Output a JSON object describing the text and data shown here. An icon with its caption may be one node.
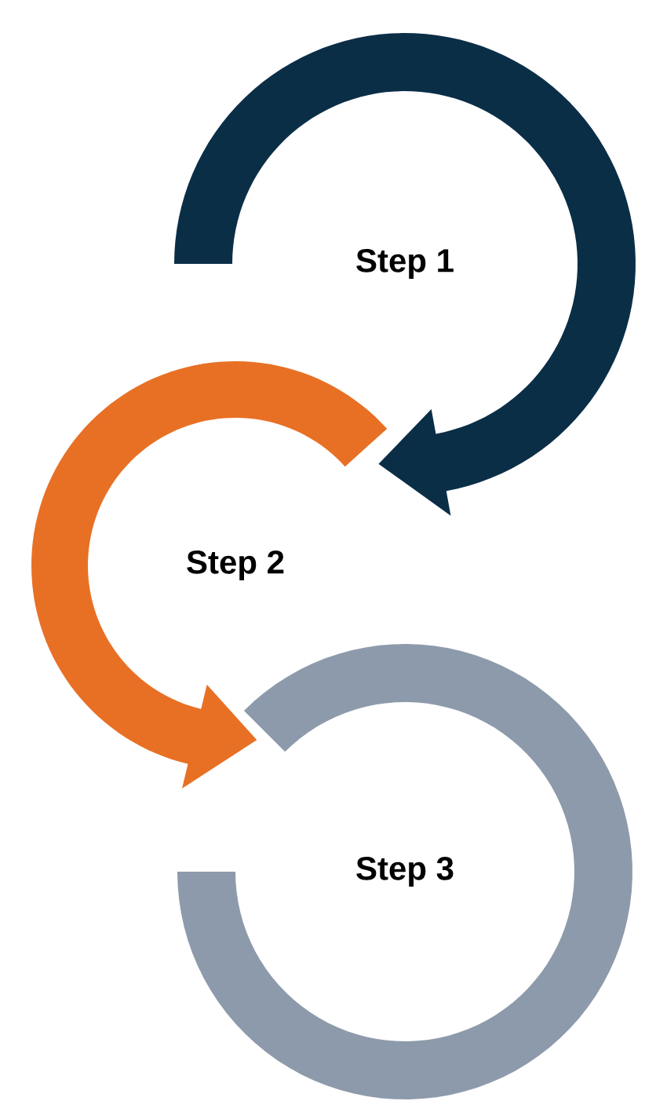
{
  "diagram": {
    "nodes": [
      {
        "text": [
          "Step 1"
        ]
      },
      {
        "text": [
          "Step 2"
        ]
      },
      {
        "text": [
          "Step 3"
        ]
      }
    ],
    "edges": [
      {
        "from": 0,
        "to": 1,
        "arrow": "to"
      },
      {
        "from": 1,
        "to": 2,
        "arrow": "to"
      }
    ]
  }
}
